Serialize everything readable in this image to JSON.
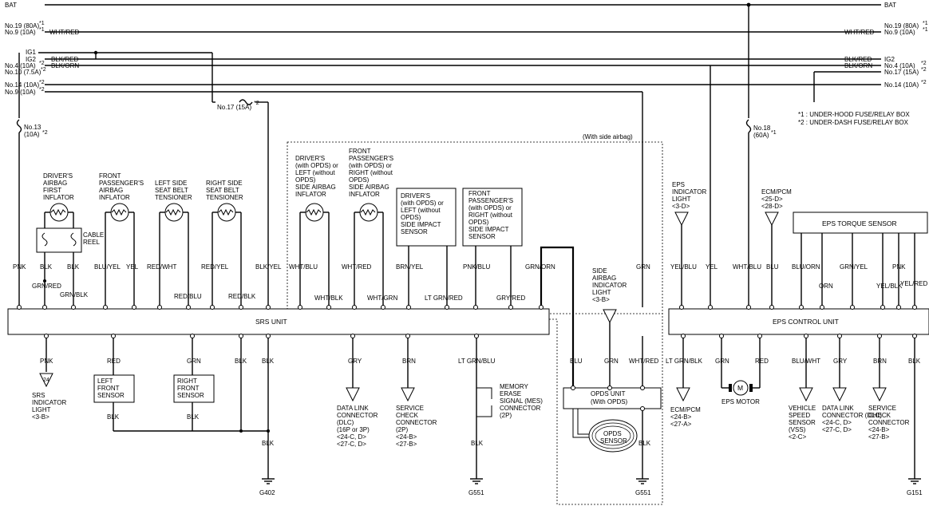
{
  "bus": {
    "bat_left": "BAT",
    "bat_right": "BAT",
    "l1": "No.19 (80A)",
    "l1s": "*1",
    "l2": "No.9 (10A)",
    "l2s": "*1",
    "l2w": "WHT/RED",
    "r1": "No.19 (80A)",
    "r1s": "*1",
    "r2": "No.9 (10A)",
    "r2s": "*1",
    "r2w": "WHT/RED",
    "ig1": "IG1",
    "ig2": "IG2",
    "l4": "No.4 (10A)",
    "l4s": "*2",
    "l4w": "BLK/RED",
    "l5": "No.10 (7.5A)",
    "l5s": "*2",
    "l5w": "BLK/ORN",
    "l6": "No.14 (10A)",
    "l6s": "*2",
    "l7": "No.9 (10A)",
    "l7s": "*2",
    "r_ig2": "IG2",
    "r_ig2w": "BLK/RED",
    "r4": "No.4 (10A)",
    "r4s": "*2",
    "r4w": "BLK/ORN",
    "r5": "No.17 (15A)",
    "r5s": "*2",
    "r6": "No.14 (10A)",
    "r6s": "*2",
    "f17": "No.17 (15A)",
    "f17s": "*2",
    "f13a": "No.13",
    "f13b": "(10A)",
    "f13s": "*2",
    "f18a": "No.18",
    "f18b": "(60A)",
    "f18s": "*1"
  },
  "notes": {
    "n1": "*1 : UNDER-HOOD FUSE/RELAY BOX",
    "n2": "*2 : UNDER-DASH FUSE/RELAY BOX"
  },
  "srs": {
    "unit": "SRS UNIT",
    "side_airbag": "(With side airbag)",
    "drv_inflator": [
      "DRIVER'S",
      "AIRBAG",
      "FIRST",
      "INFLATOR"
    ],
    "pass_inflator": [
      "FRONT",
      "PASSENGER'S",
      "AIRBAG",
      "INFLATOR"
    ],
    "left_tensioner": [
      "LEFT SIDE",
      "SEAT BELT",
      "TENSIONER"
    ],
    "right_tensioner": [
      "RIGHT SIDE",
      "SEAT BELT",
      "TENSIONER"
    ],
    "drv_side": [
      "DRIVER'S",
      "(with OPDS) or",
      "LEFT (without",
      "OPDS)",
      "SIDE AIRBAG",
      "INFLATOR"
    ],
    "pass_side": [
      "FRONT",
      "PASSENGER'S",
      "(with OPDS) or",
      "RIGHT (without",
      "OPDS)",
      "SIDE AIRBAG",
      "INFLATOR"
    ],
    "drv_impact": [
      "DRIVER'S",
      "(with OPDS) or",
      "LEFT (without",
      "OPDS)",
      "SIDE IMPACT",
      "SENSOR"
    ],
    "pass_impact": [
      "FRONT",
      "PASSENGER'S",
      "(with OPDS) or",
      "RIGHT (without",
      "OPDS)",
      "SIDE IMPACT",
      "SENSOR"
    ],
    "cable_reel": [
      "CABLE",
      "REEL"
    ],
    "top_wires": [
      "PNK",
      "BLK",
      "BLK",
      "BLU/YEL",
      "YEL",
      "RED/WHT",
      "RED/YEL",
      "BLK/YEL",
      "WHT/BLU",
      "WHT/RED",
      "BRN/YEL",
      "PNK/BLU",
      "GRN/ORN",
      "GRN"
    ],
    "low_wires": [
      "GRN/RED",
      "GRN/BLK",
      "RED/BLU",
      "RED/BLK",
      "WHT/BLK",
      "WHT/GRN",
      "LT GRN/RED",
      "GRY/RED"
    ],
    "bot_wires": [
      "PNK",
      "RED",
      "GRN",
      "BLK",
      "BLK",
      "GRY",
      "BRN",
      "LT GRN/BLU"
    ],
    "indicator": [
      "SRS",
      "INDICATOR",
      "LIGHT",
      "<3-B>"
    ],
    "left_front": [
      "LEFT",
      "FRONT",
      "SENSOR"
    ],
    "right_front": [
      "RIGHT",
      "FRONT",
      "SENSOR"
    ],
    "blk1": "BLK",
    "blk2": "BLK",
    "blk3": "BLK",
    "blk4": "BLK",
    "dlc": [
      "DATA LINK",
      "CONNECTOR",
      "(DLC)",
      "(16P or 3P)",
      "<24-C, D>",
      "<27-C, D>"
    ],
    "scc": [
      "SERVICE",
      "CHECK",
      "CONNECTOR",
      "(2P)",
      "<24-B>",
      "<27-B>"
    ],
    "mes": [
      "MEMORY",
      "ERASE",
      "SIGNAL (MES)",
      "CONNECTOR",
      "(2P)"
    ],
    "g402": "G402",
    "g551a": "G551"
  },
  "opds": {
    "indicator": [
      "SIDE",
      "AIRBAG",
      "INDICATOR",
      "LIGHT",
      "<3-B>"
    ],
    "unit": [
      "OPDS UNIT",
      "(With OPDS)"
    ],
    "sensor": [
      "OPDS",
      "SENSOR"
    ],
    "wires": [
      "BLU",
      "GRN",
      "WHT/RED",
      "BLK"
    ],
    "g551b": "G551"
  },
  "eps": {
    "unit": "EPS CONTROL UNIT",
    "torque": "EPS TORQUE SENSOR",
    "ind": [
      "EPS",
      "INDICATOR",
      "LIGHT",
      "<3-D>"
    ],
    "ecm_top": [
      "ECM/PCM",
      "<25-D>",
      "<28-D>"
    ],
    "top_wires": [
      "YEL/BLU",
      "YEL",
      "WHT/BLU",
      "BLU",
      "BLU/ORN",
      "GRN/YEL",
      "PNK",
      "ORN",
      "YEL/BLK",
      "YEL/RED"
    ],
    "bot_wires": [
      "LT GRN/BLK",
      "GRN",
      "RED",
      "BLU/WHT",
      "GRY",
      "BRN",
      "BLK"
    ],
    "ecm_bot": [
      "ECM/PCM",
      "<24-B>",
      "<27-A>"
    ],
    "motor": "EPS MOTOR",
    "motor_sym": "M",
    "vss": [
      "VEHICLE",
      "SPEED",
      "SENSOR",
      "(VSS)",
      "<2-C>"
    ],
    "dlc": [
      "DATA LINK",
      "CONNECTOR (DLC)",
      "<24-C, D>",
      "<27-C, D>"
    ],
    "scc": [
      "SERVICE",
      "CHECK",
      "CONNECTOR",
      "<24-B>",
      "<27-B>"
    ],
    "g151": "G151"
  }
}
